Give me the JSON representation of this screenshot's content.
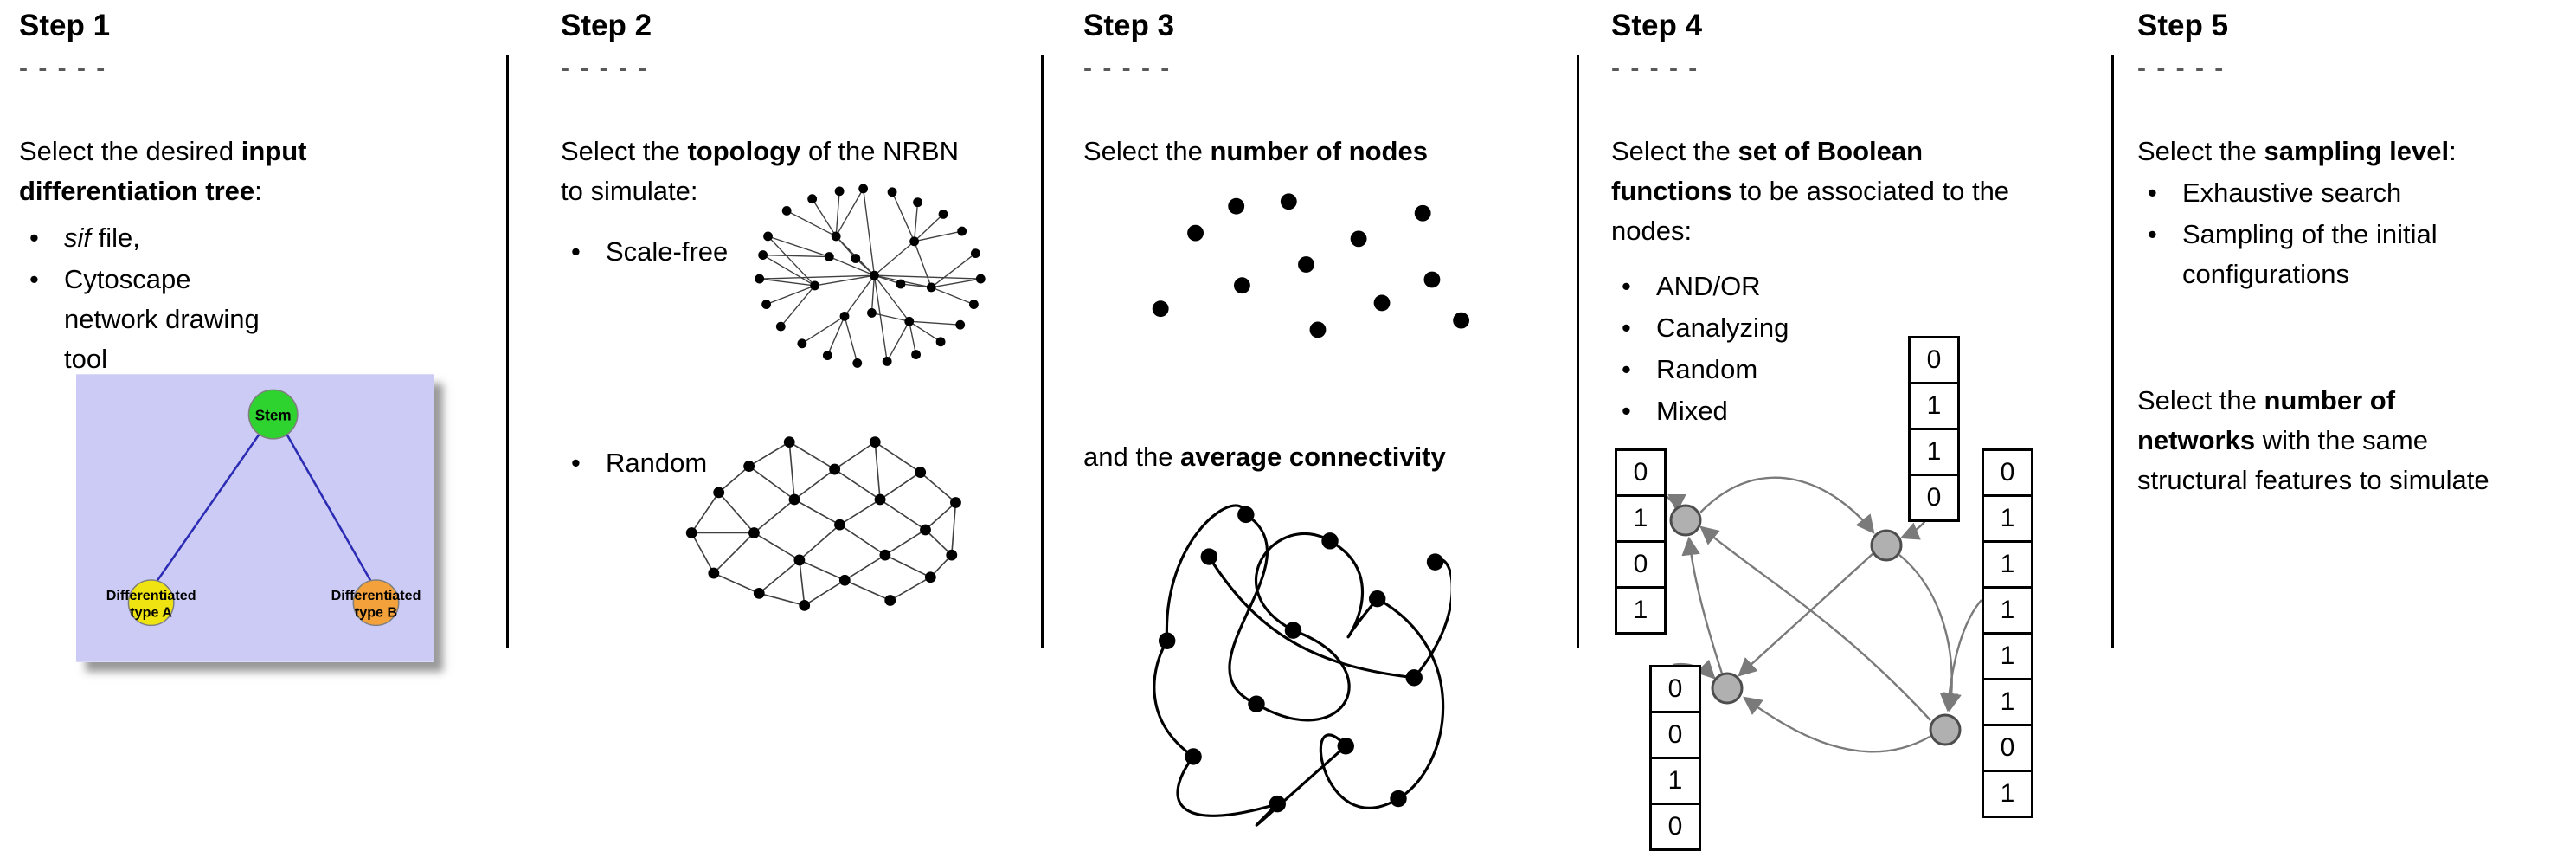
{
  "step1": {
    "title": "Step 1",
    "dashes": "- - - - -",
    "intro": {
      "pre": "Select the desired ",
      "bold": "input differentiation tree",
      "post": ":"
    },
    "bullet1": {
      "italic": "sif",
      "rest": " file,"
    },
    "bullet2": "Cytoscape network drawing tool",
    "tree": {
      "stem": "Stem",
      "a1": "Differentiated",
      "a2": "type A",
      "b1": "Differentiated",
      "b2": "type B"
    }
  },
  "step2": {
    "title": "Step 2",
    "dashes": "- - - - -",
    "intro": {
      "pre": "Select the ",
      "bold": "topology",
      "post": " of the NRBN to simulate:"
    },
    "bullets": [
      "Scale-free",
      "Random"
    ]
  },
  "step3": {
    "title": "Step 3",
    "dashes": "- - - - -",
    "line1": {
      "pre": "Select the ",
      "bold": "number of nodes"
    },
    "line2": {
      "pre": "and the ",
      "bold": "average connectivity"
    }
  },
  "step4": {
    "title": "Step 4",
    "dashes": "- - - - -",
    "intro": {
      "pre": "Select the ",
      "bold": "set of Boolean functions",
      "post": " to be associated to the nodes:"
    },
    "bullets": [
      "AND/OR",
      "Canalyzing",
      "Random",
      "Mixed"
    ],
    "truth_tables": {
      "left": [
        "0",
        "1",
        "0",
        "1"
      ],
      "top": [
        "0",
        "1",
        "1",
        "0"
      ],
      "bottom_left": [
        "0",
        "0",
        "1",
        "0"
      ],
      "right": [
        "0",
        "1",
        "1",
        "1",
        "1",
        "1",
        "0",
        "1"
      ]
    }
  },
  "step5": {
    "title": "Step 5",
    "dashes": "- - - - -",
    "intro": {
      "pre": "Select the ",
      "bold": "sampling level",
      "post": ":"
    },
    "bullets": [
      "Exhaustive search",
      "Sampling of the initial configurations"
    ],
    "para2": {
      "pre": "Select the ",
      "bold": "number of networks",
      "post": " with the same structural features to simulate"
    }
  }
}
